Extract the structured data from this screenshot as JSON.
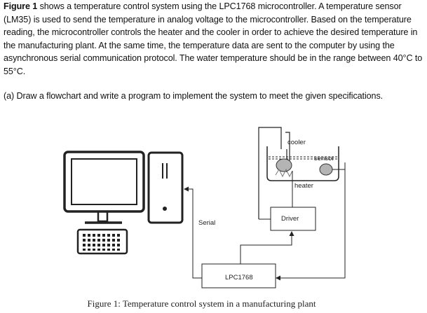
{
  "problem": {
    "figure_ref": "Figure 1",
    "intro_text": " shows a temperature control system using the LPC1768 microcontroller. A temperature sensor (LM35) is used to send the temperature in analog voltage to the microcontroller. Based on the temperature reading, the microcontroller controls the heater and the cooler in order to achieve the desired temperature in the manufacturing plant. At the same time, the temperature data are sent to the computer by using the asynchronous serial communication protocol. The water temperature should be in the range between 40°C to 55°C.",
    "question": "(a)  Draw a flowchart and write a program to implement the system to meet the given specifications."
  },
  "diagram": {
    "labels": {
      "cooler": "cooler",
      "sensor": "sensor",
      "heater": "heater",
      "driver": "Driver",
      "serial": "Serial",
      "mcu": "LPC1768"
    }
  },
  "caption": "Figure 1: Temperature control system in a manufacturing plant"
}
